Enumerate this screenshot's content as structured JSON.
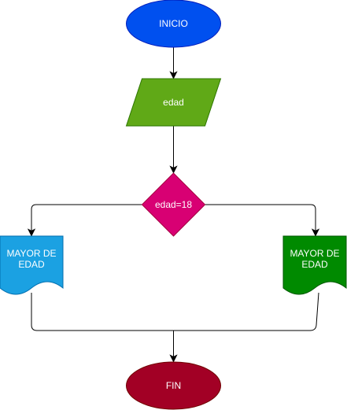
{
  "nodes": {
    "start": {
      "label": "INICIO",
      "color": "#0050ef",
      "stroke": "#001dbc"
    },
    "input": {
      "label": "edad",
      "color": "#60a917",
      "stroke": "#2d7600"
    },
    "decision": {
      "label": "edad=18",
      "color": "#d80073",
      "stroke": "#a50040"
    },
    "output_left": {
      "line1": "MAYOR DE",
      "line2": "EDAD",
      "color": "#1ba1e2",
      "stroke": "#006eaf"
    },
    "output_right": {
      "line1": "MAYOR DE",
      "line2": "EDAD",
      "color": "#008a00",
      "stroke": "#005700"
    },
    "end": {
      "label": "FIN",
      "color": "#a20025",
      "stroke": "#6f0000"
    }
  }
}
